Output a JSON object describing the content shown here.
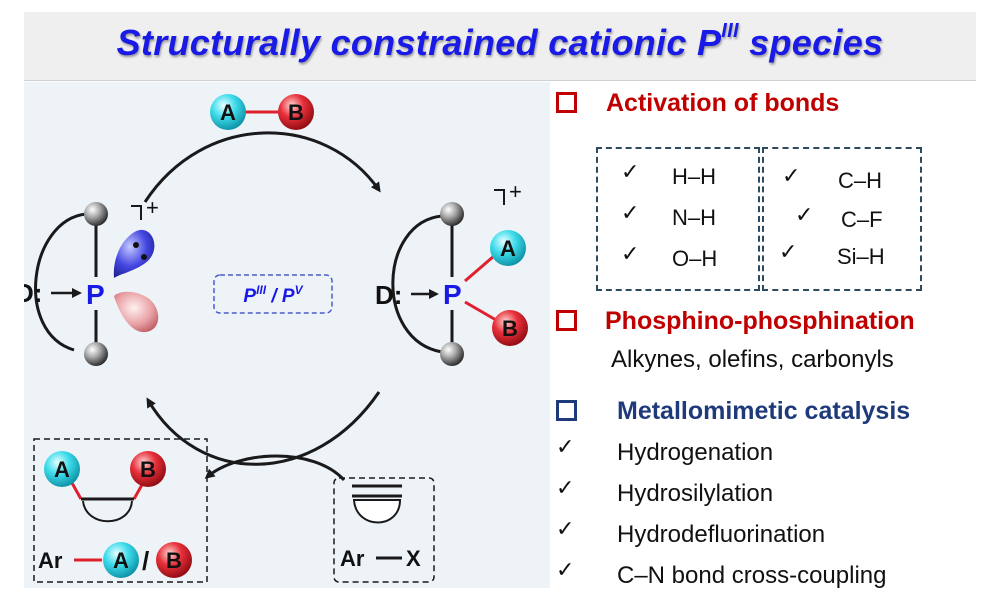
{
  "title": {
    "main": "Structurally constrained cationic P",
    "sup": "III",
    "tail": " species"
  },
  "cycle": {
    "reagent": {
      "a": "A",
      "b": "B"
    },
    "left_species": {
      "donor": "D:",
      "p": "P",
      "charge": "+"
    },
    "right_species": {
      "donor": "D:",
      "p": "P",
      "a": "A",
      "b": "B",
      "charge": "+"
    },
    "oxidation": {
      "p1": "P",
      "sup1": "III",
      "slash": " / ",
      "p2": "P",
      "sup2": "V"
    },
    "product_box": {
      "a": "A",
      "b": "B",
      "ar": "Ar",
      "slash": "/"
    },
    "substrate_box": {
      "ar": "Ar",
      "x": "X"
    }
  },
  "sections": {
    "activation": {
      "heading": "Activation of bonds",
      "group1": [
        "H–H",
        "N–H",
        "O–H"
      ],
      "group2": [
        "C–H",
        "C–F",
        "Si–H"
      ]
    },
    "phosphino": {
      "heading": "Phosphino-phosphination",
      "subtitle": "Alkynes, olefins, carbonyls"
    },
    "metallomimetic": {
      "heading": "Metallomimetic catalysis",
      "items": [
        "Hydrogenation",
        "Hydrosilylation",
        "Hydrodefluorination",
        "C–N bond cross-coupling"
      ]
    }
  },
  "checkmark": "✓",
  "colors": {
    "title": "#1a1ae6",
    "heading_red": "#c00000",
    "heading_blue": "#1f3a7a",
    "phosphorus": "#1a1ae6",
    "atom_a": "#22d3e6",
    "atom_b": "#e0202c",
    "panel_bg": "#eef3f8"
  }
}
